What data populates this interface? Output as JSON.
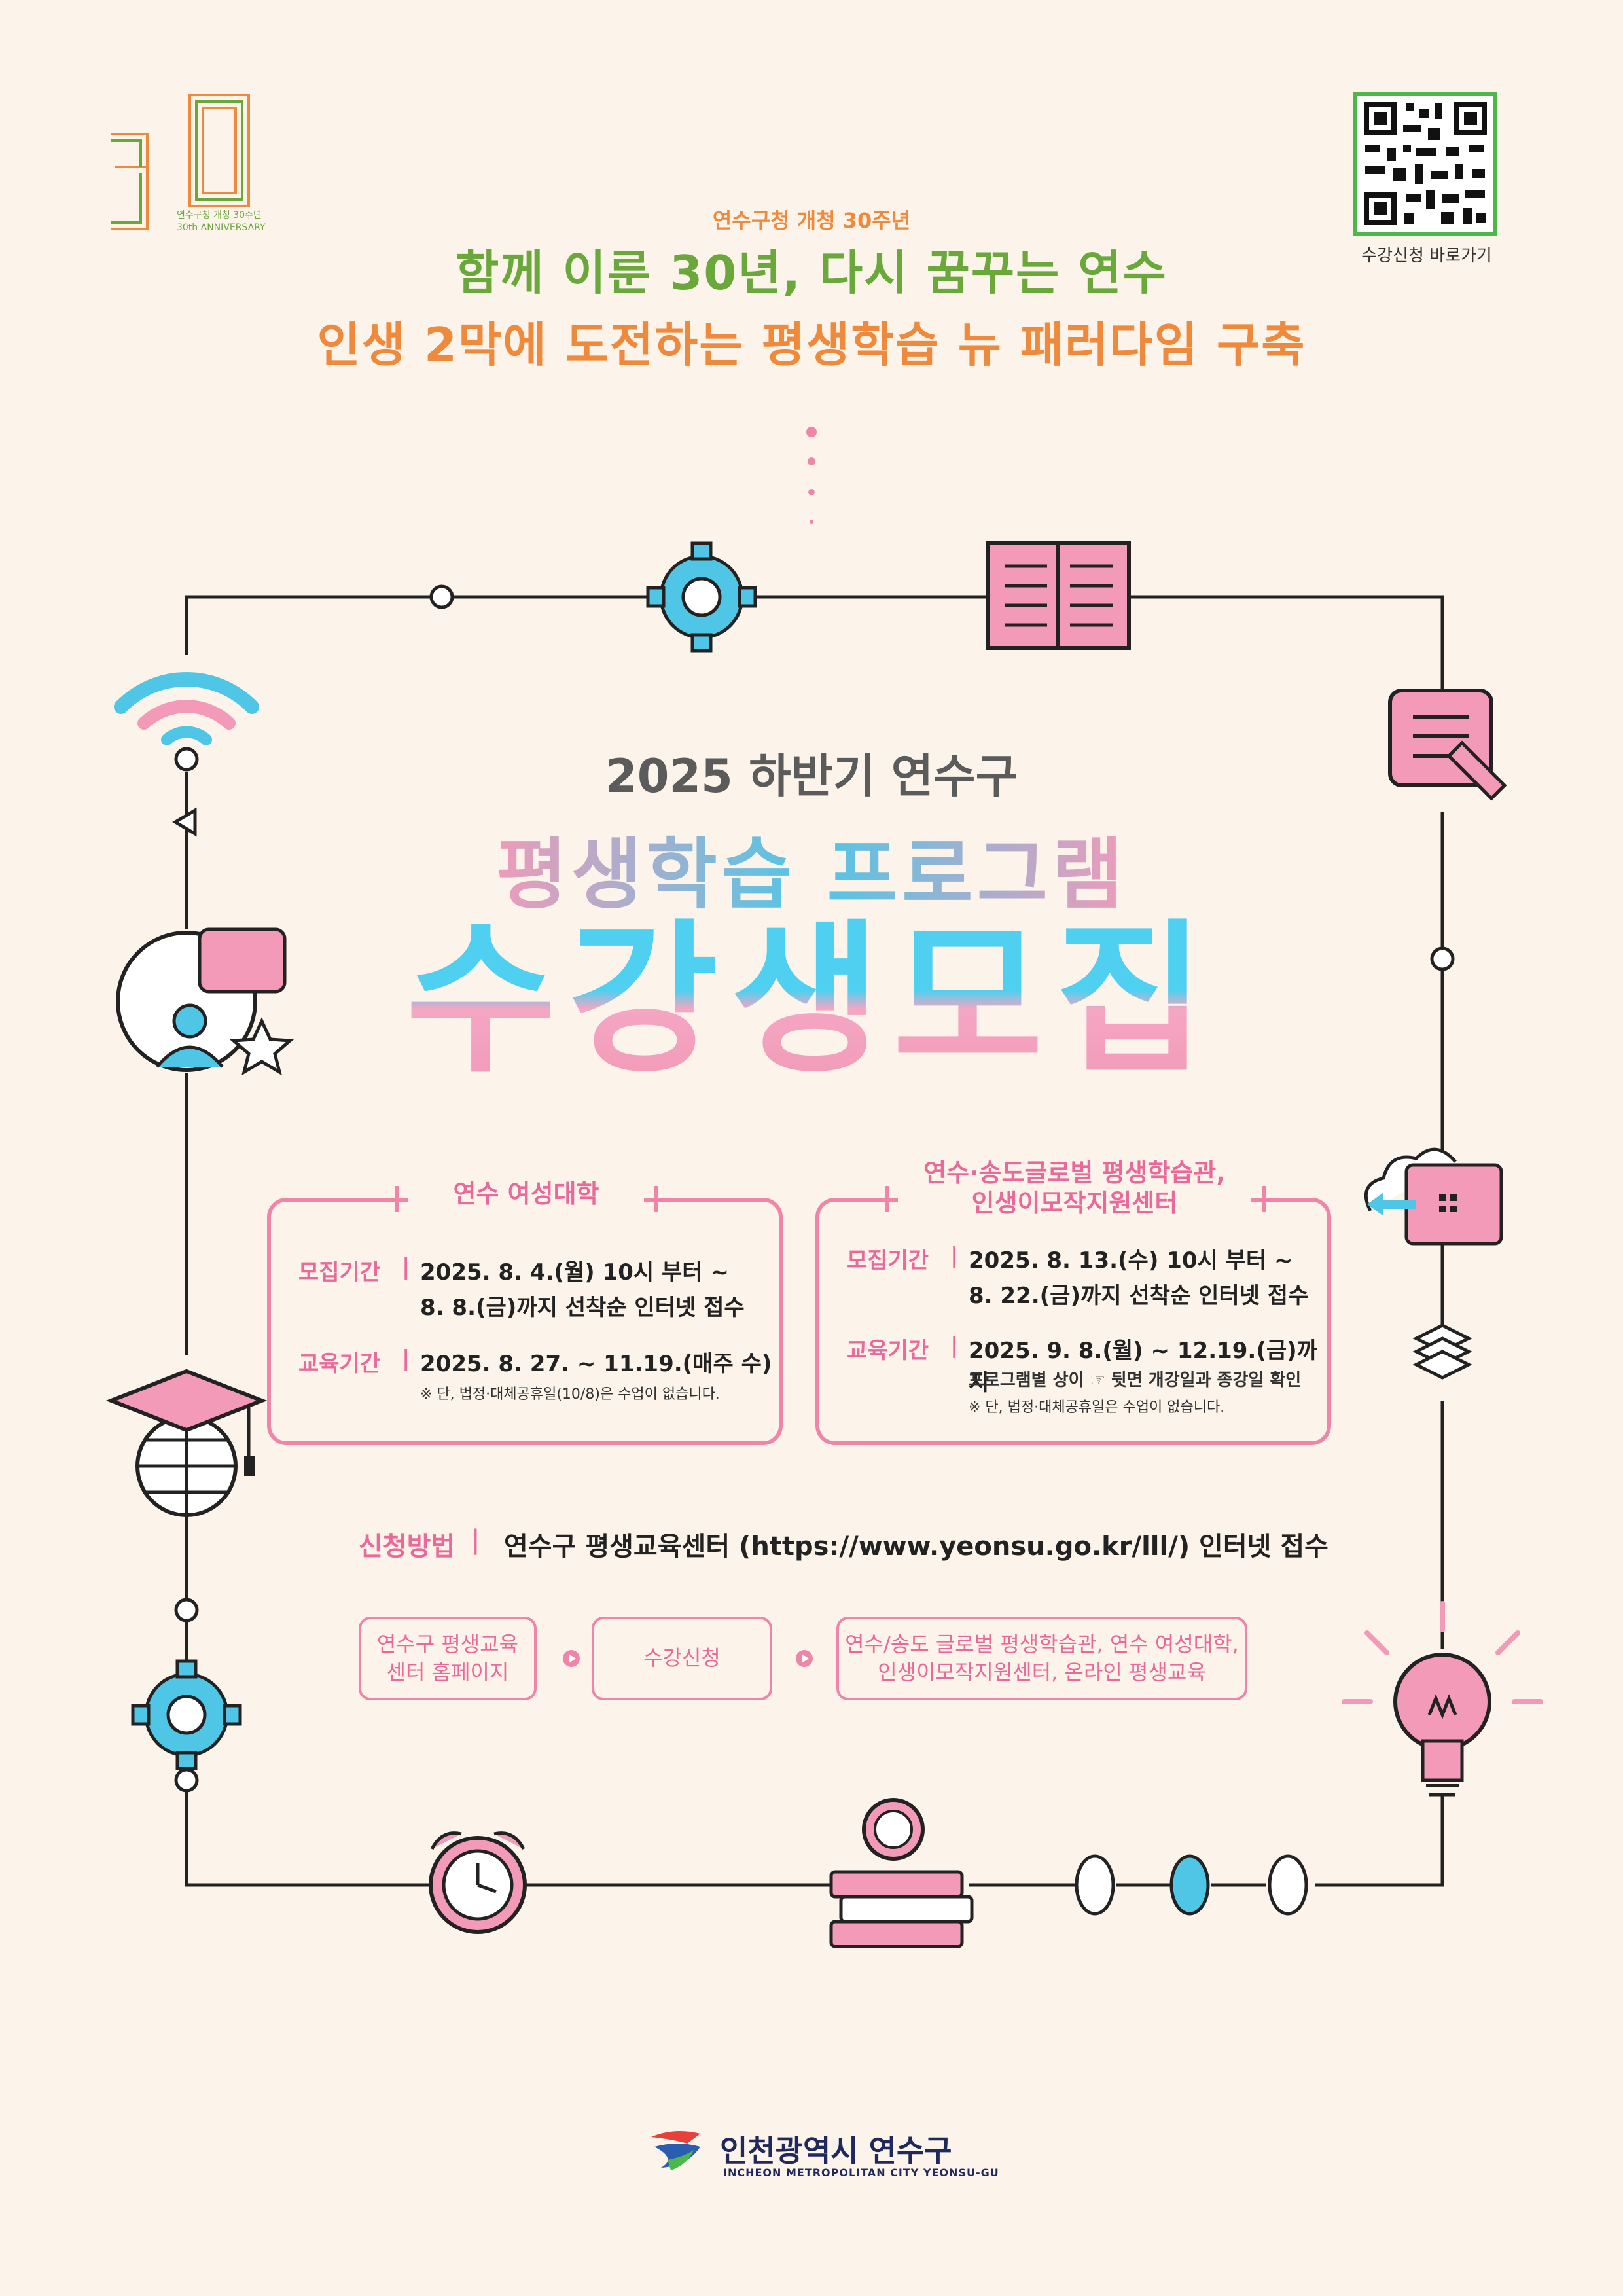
{
  "header": {
    "logo": {
      "number": "30",
      "caption_ko": "연수구청 개청 30주년",
      "caption_en": "30th ANNIVERSARY"
    },
    "anniversary_line": "연수구청 개청 30주년",
    "title_line1": "함께 이룬 30년, 다시 꿈꾸는 연수",
    "title_line2": "인생 2막에 도전하는 평생학습 뉴 패러다임 구축",
    "qr_label": "수강신청 바로가기"
  },
  "headline": {
    "subtitle": "2025 하반기 연수구",
    "line1": "평생학습 프로그램",
    "line2": "수강생모집"
  },
  "box_left": {
    "title": "연수 여성대학",
    "recruit_label": "모집기간",
    "recruit_line1": "2025. 8. 4.(월) 10시 부터 ~",
    "recruit_line2": "8. 8.(금)까지 선착순 인터넷 접수",
    "edu_label": "교육기간",
    "edu_line1": "2025. 8. 27. ~ 11.19.(매주 수)",
    "edu_note": "※ 단, 법정·대체공휴일(10/8)은 수업이 없습니다."
  },
  "box_right": {
    "title_line1": "연수·송도글로벌 평생학습관,",
    "title_line2": "인생이모작지원센터",
    "recruit_label": "모집기간",
    "recruit_line1": "2025. 8. 13.(수) 10시 부터 ~",
    "recruit_line2": "8. 22.(금)까지 선착순 인터넷 접수",
    "edu_label": "교육기간",
    "edu_line1": "2025. 9. 8.(월) ~ 12.19.(금)까지",
    "edu_line2": "프로그램별 상이 ☞ 뒷면 개강일과 종강일 확인",
    "edu_note": "※ 단, 법정·대체공휴일은 수업이 없습니다."
  },
  "apply": {
    "label": "신청방법",
    "separator": "|",
    "text": "연수구 평생교육센터 (https://www.yeonsu.go.kr/lll/) 인터넷 접수"
  },
  "steps": [
    {
      "label_line1": "연수구 평생교육",
      "label_line2": "센터 홈페이지"
    },
    {
      "label_line1": "수강신청",
      "label_line2": ""
    },
    {
      "label_line1": "연수/송도 글로벌 평생학습관, 연수 여성대학,",
      "label_line2": "인생이모작지원센터, 온라인 평생교육"
    }
  ],
  "footer": {
    "name_ko": "인천광역시 연수구",
    "name_en": "INCHEON METROPOLITAN CITY YEONSU-GU"
  },
  "colors": {
    "background": "#fcf4ea",
    "pink": "#ef85a8",
    "sky": "#4fc6e6",
    "orange": "#ef8a3c",
    "green": "#6aa83c",
    "navy": "#1f2a5a"
  }
}
